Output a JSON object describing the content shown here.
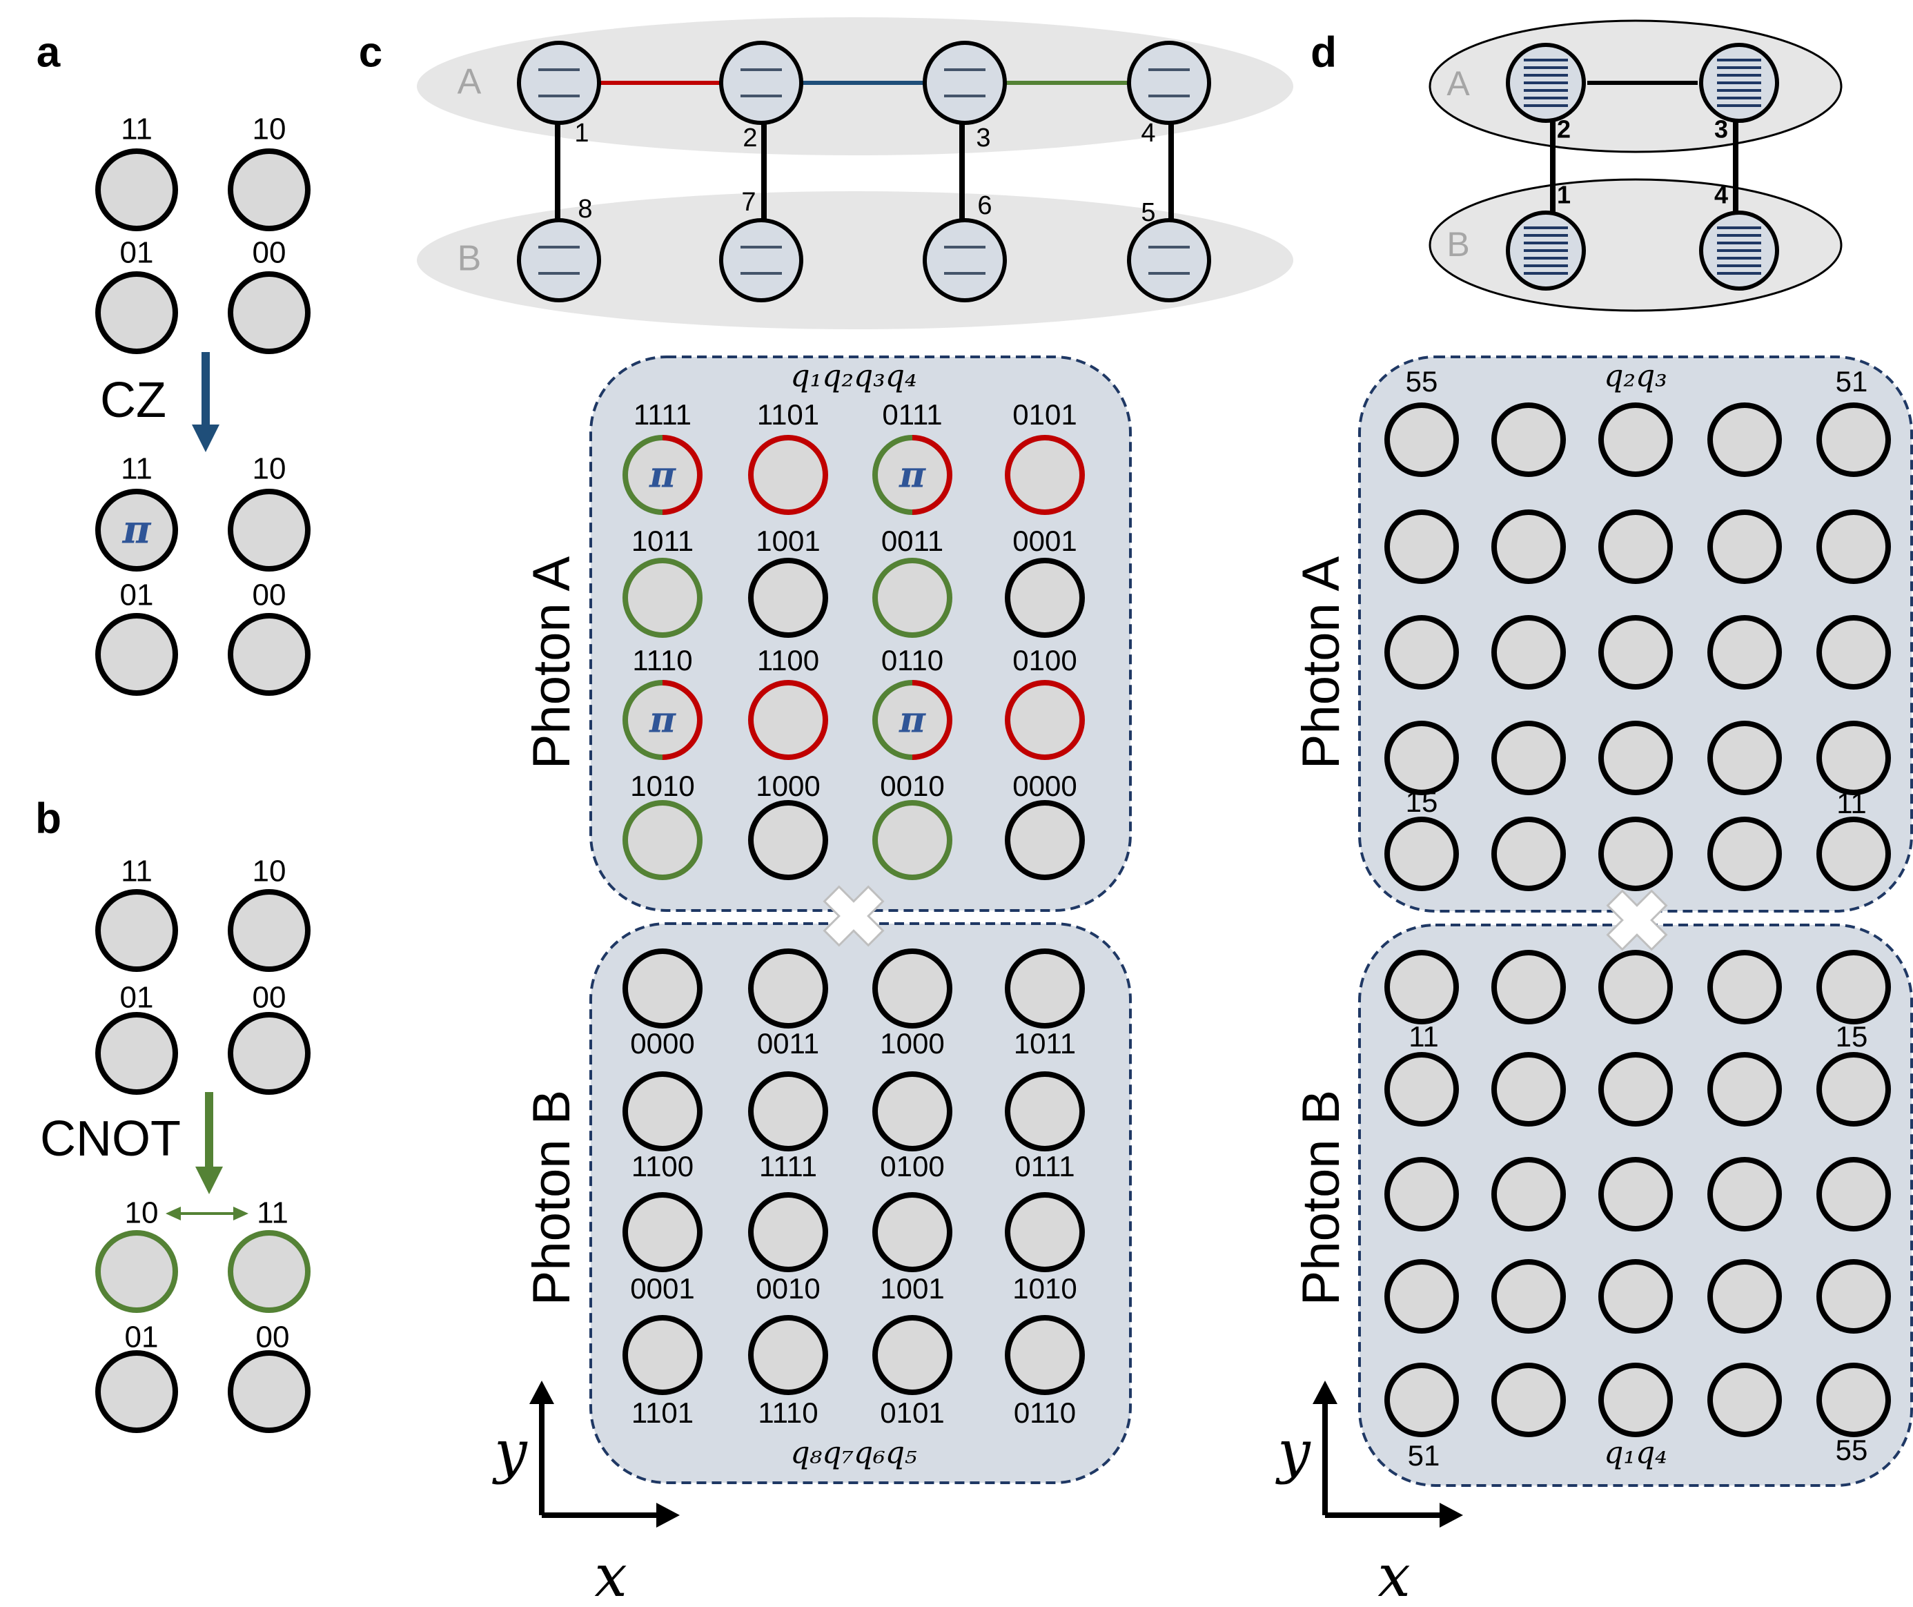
{
  "colors": {
    "circle_fill": "#d9d9d9",
    "stroke_black": "#000000",
    "red": "#c00000",
    "green": "#548235",
    "blue": "#1f4e79",
    "pi_blue": "#2f5597",
    "panel_fill": "#d6dce4",
    "panel_border": "#1f3864",
    "ellipse_fill": "#e6e6e6",
    "grey_text": "#a6a6a6",
    "qubit_fill": "#d6dce4"
  },
  "panel_a": {
    "letter": "a",
    "before": [
      "11",
      "10",
      "01",
      "00"
    ],
    "gate_label": "CZ",
    "after": [
      "11",
      "10",
      "01",
      "00"
    ],
    "phase": "π"
  },
  "panel_b": {
    "letter": "b",
    "before": [
      "11",
      "10",
      "01",
      "00"
    ],
    "gate_label": "CNOT",
    "after": [
      "10",
      "11",
      "01",
      "00"
    ]
  },
  "panel_c": {
    "letter": "c",
    "row_label_a": "A",
    "row_label_b": "B",
    "qubit_numbers_top": [
      "1",
      "2",
      "3",
      "4"
    ],
    "qubit_numbers_bottom": [
      "8",
      "7",
      "6",
      "5"
    ],
    "photon_a_label": "Photon A",
    "photon_b_label": "Photon B",
    "photon_a_header": "q₁q₂q₃q₄",
    "photon_b_footer": "q₈q₇q₆q₅",
    "phase": "π",
    "photon_a_rows": [
      [
        "1111",
        "1101",
        "0111",
        "0101"
      ],
      [
        "1011",
        "1001",
        "0011",
        "0001"
      ],
      [
        "1110",
        "1100",
        "0110",
        "0100"
      ],
      [
        "1010",
        "1000",
        "0010",
        "0000"
      ]
    ],
    "photon_a_styles": [
      [
        "gr-pi",
        "red",
        "gr-pi",
        "red"
      ],
      [
        "green",
        "black",
        "green",
        "black"
      ],
      [
        "gr-pi",
        "red",
        "gr-pi",
        "red"
      ],
      [
        "green",
        "black",
        "green",
        "black"
      ]
    ],
    "photon_b_rows": [
      [
        "0000",
        "0011",
        "1000",
        "1011"
      ],
      [
        "1100",
        "1111",
        "0100",
        "0111"
      ],
      [
        "0001",
        "0010",
        "1001",
        "1010"
      ],
      [
        "1101",
        "1110",
        "0101",
        "0110"
      ]
    ],
    "axis_y": "y",
    "axis_x": "x"
  },
  "panel_d": {
    "letter": "d",
    "row_label_a": "A",
    "row_label_b": "B",
    "qubit_numbers": [
      "2",
      "3",
      "1",
      "4"
    ],
    "photon_a_label": "Photon A",
    "photon_b_label": "Photon B",
    "photon_a_header": "q₂q₃",
    "photon_b_footer": "q₁q₄",
    "a_corners": [
      "55",
      "51",
      "15",
      "11"
    ],
    "b_corners": [
      "11",
      "15",
      "51",
      "55"
    ],
    "axis_y": "y",
    "axis_x": "x"
  }
}
